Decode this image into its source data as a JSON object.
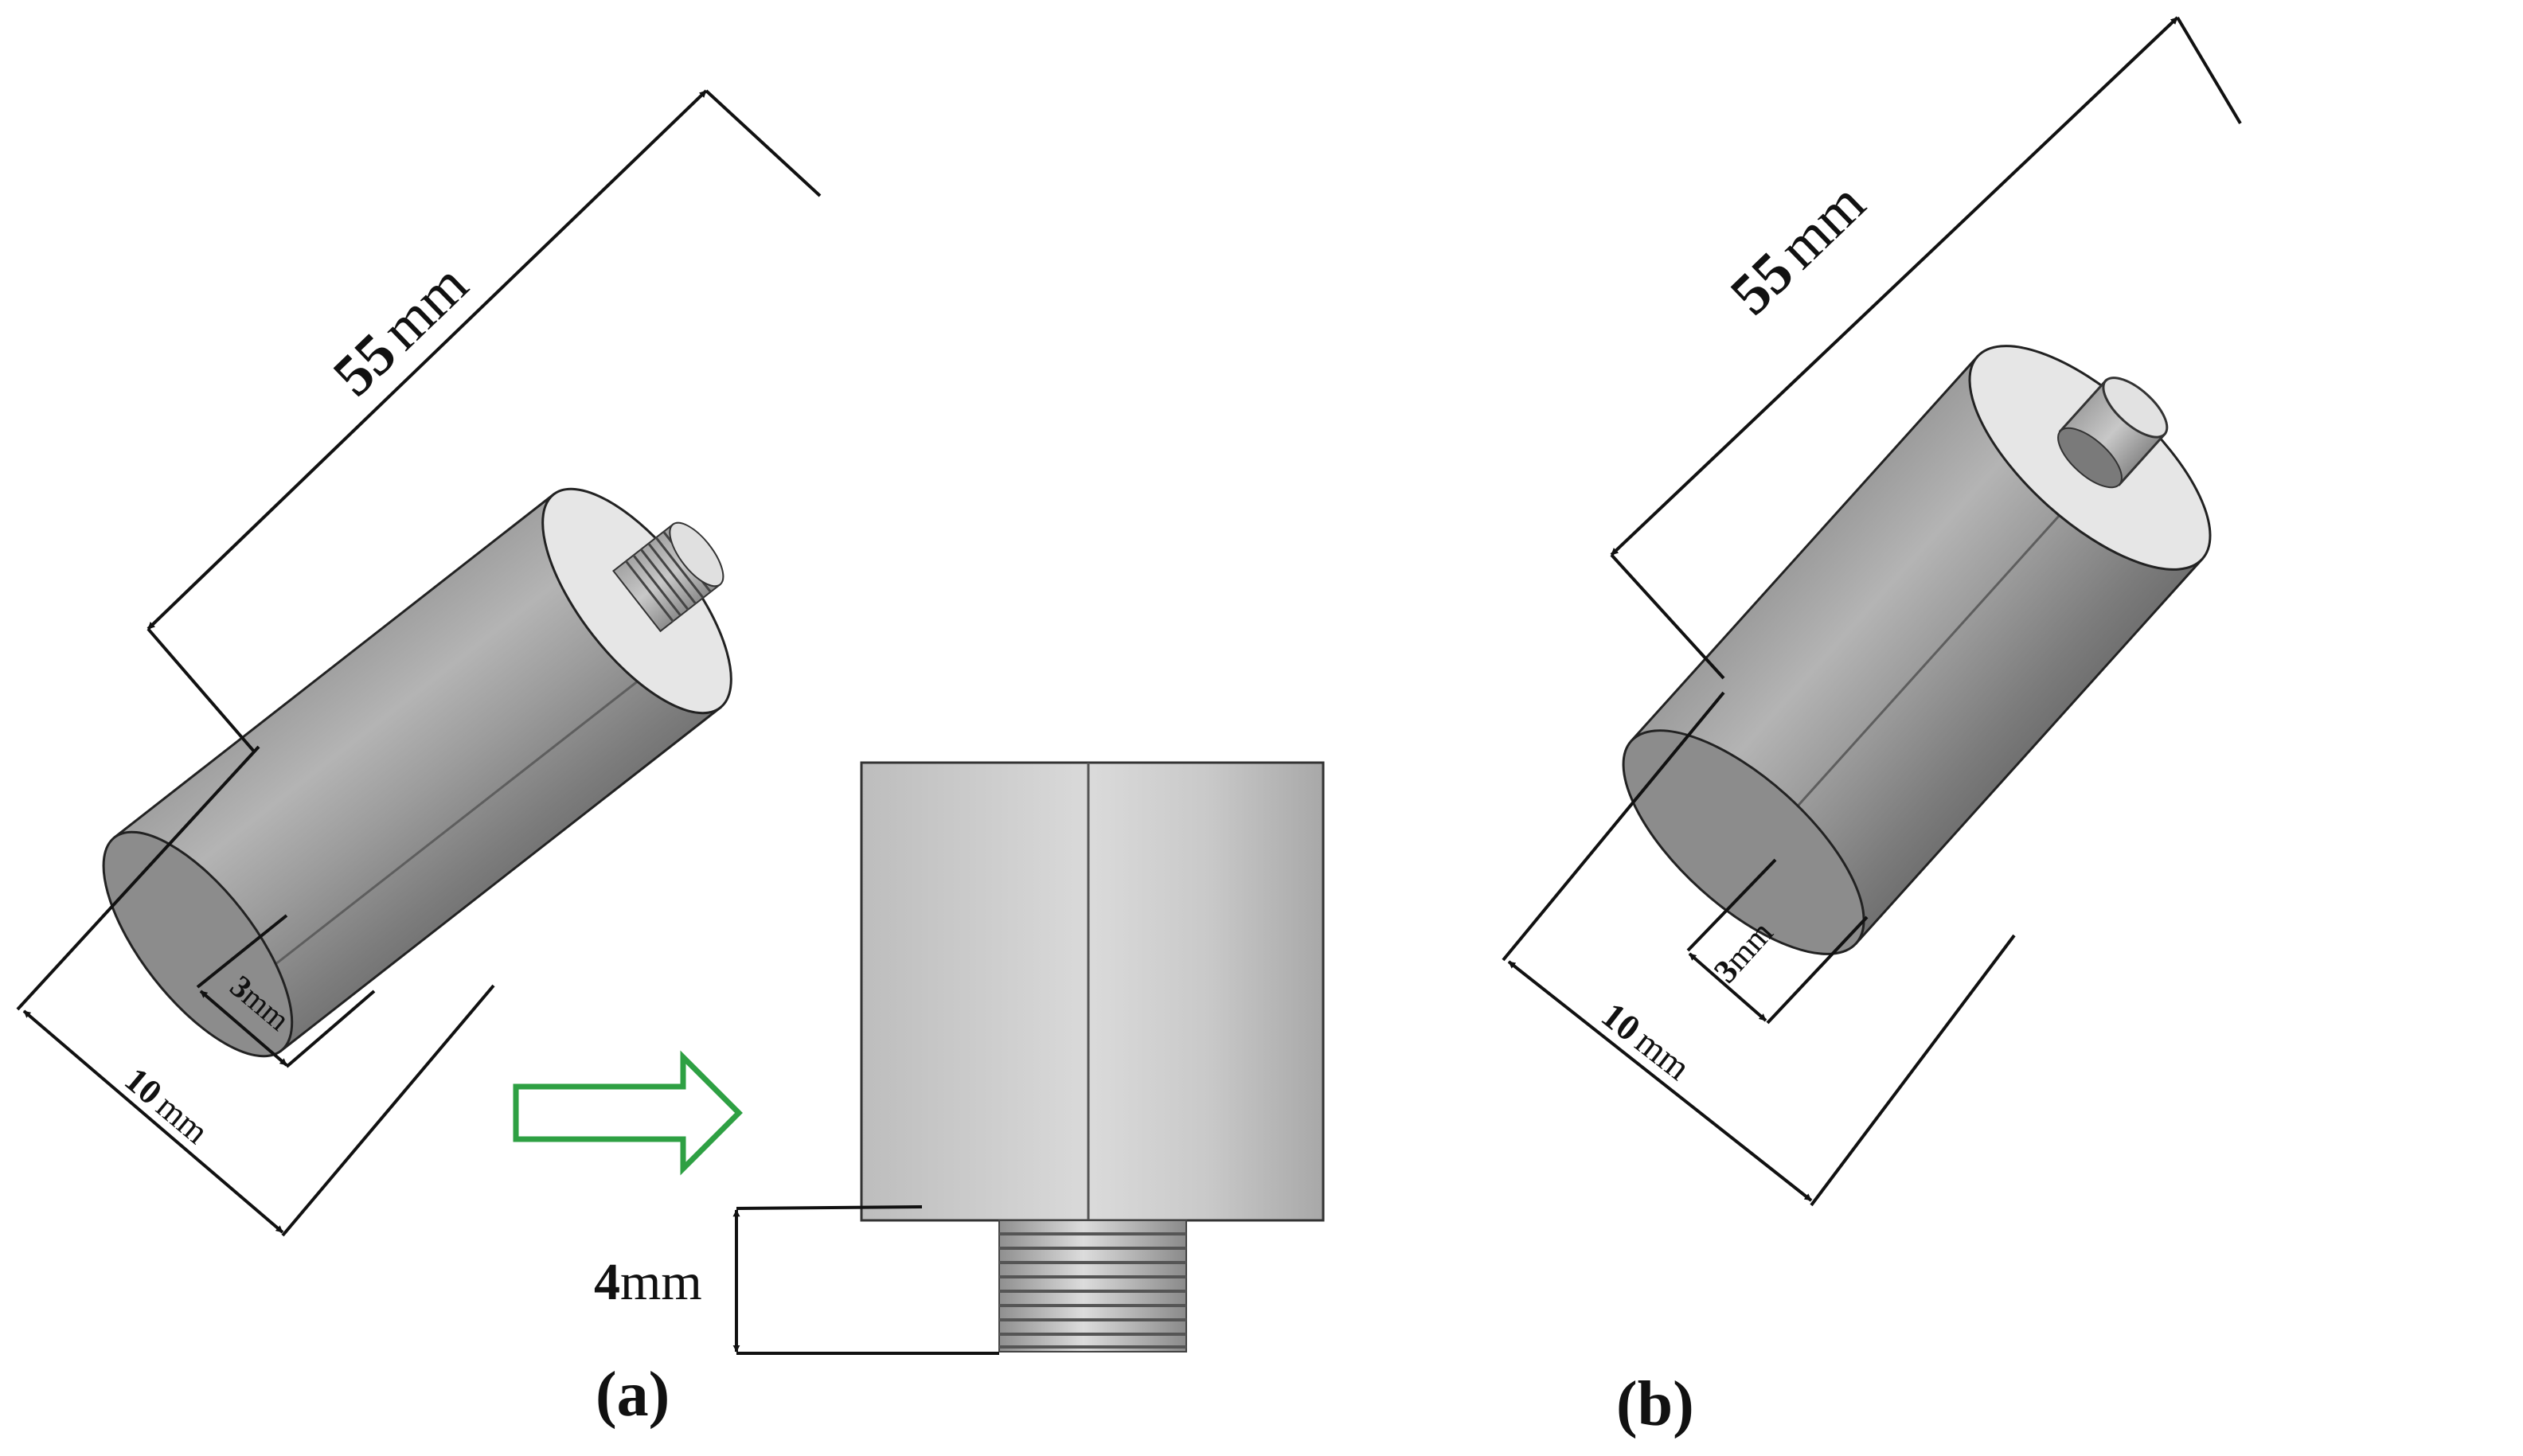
{
  "figure": {
    "panel_a": {
      "label": "(a)",
      "length_dim": {
        "value": "55",
        "unit": "mm"
      },
      "diameter_dim": {
        "value": "10",
        "unit": "mm"
      },
      "thread_dim": {
        "value": "3",
        "unit": "mm"
      },
      "thread_length_dim": {
        "value": "4",
        "unit": "mm"
      }
    },
    "panel_b": {
      "label": "(b)",
      "length_dim": {
        "value": "55",
        "unit": "mm"
      },
      "diameter_dim": {
        "value": "10",
        "unit": "mm"
      },
      "pin_dim": {
        "value": "3",
        "unit": "mm"
      }
    },
    "colors": {
      "arrow": "#2ea043",
      "metal_dark": "#8a8a8a",
      "metal_light": "#d6d6d6",
      "face": "#e4e4e4"
    }
  }
}
